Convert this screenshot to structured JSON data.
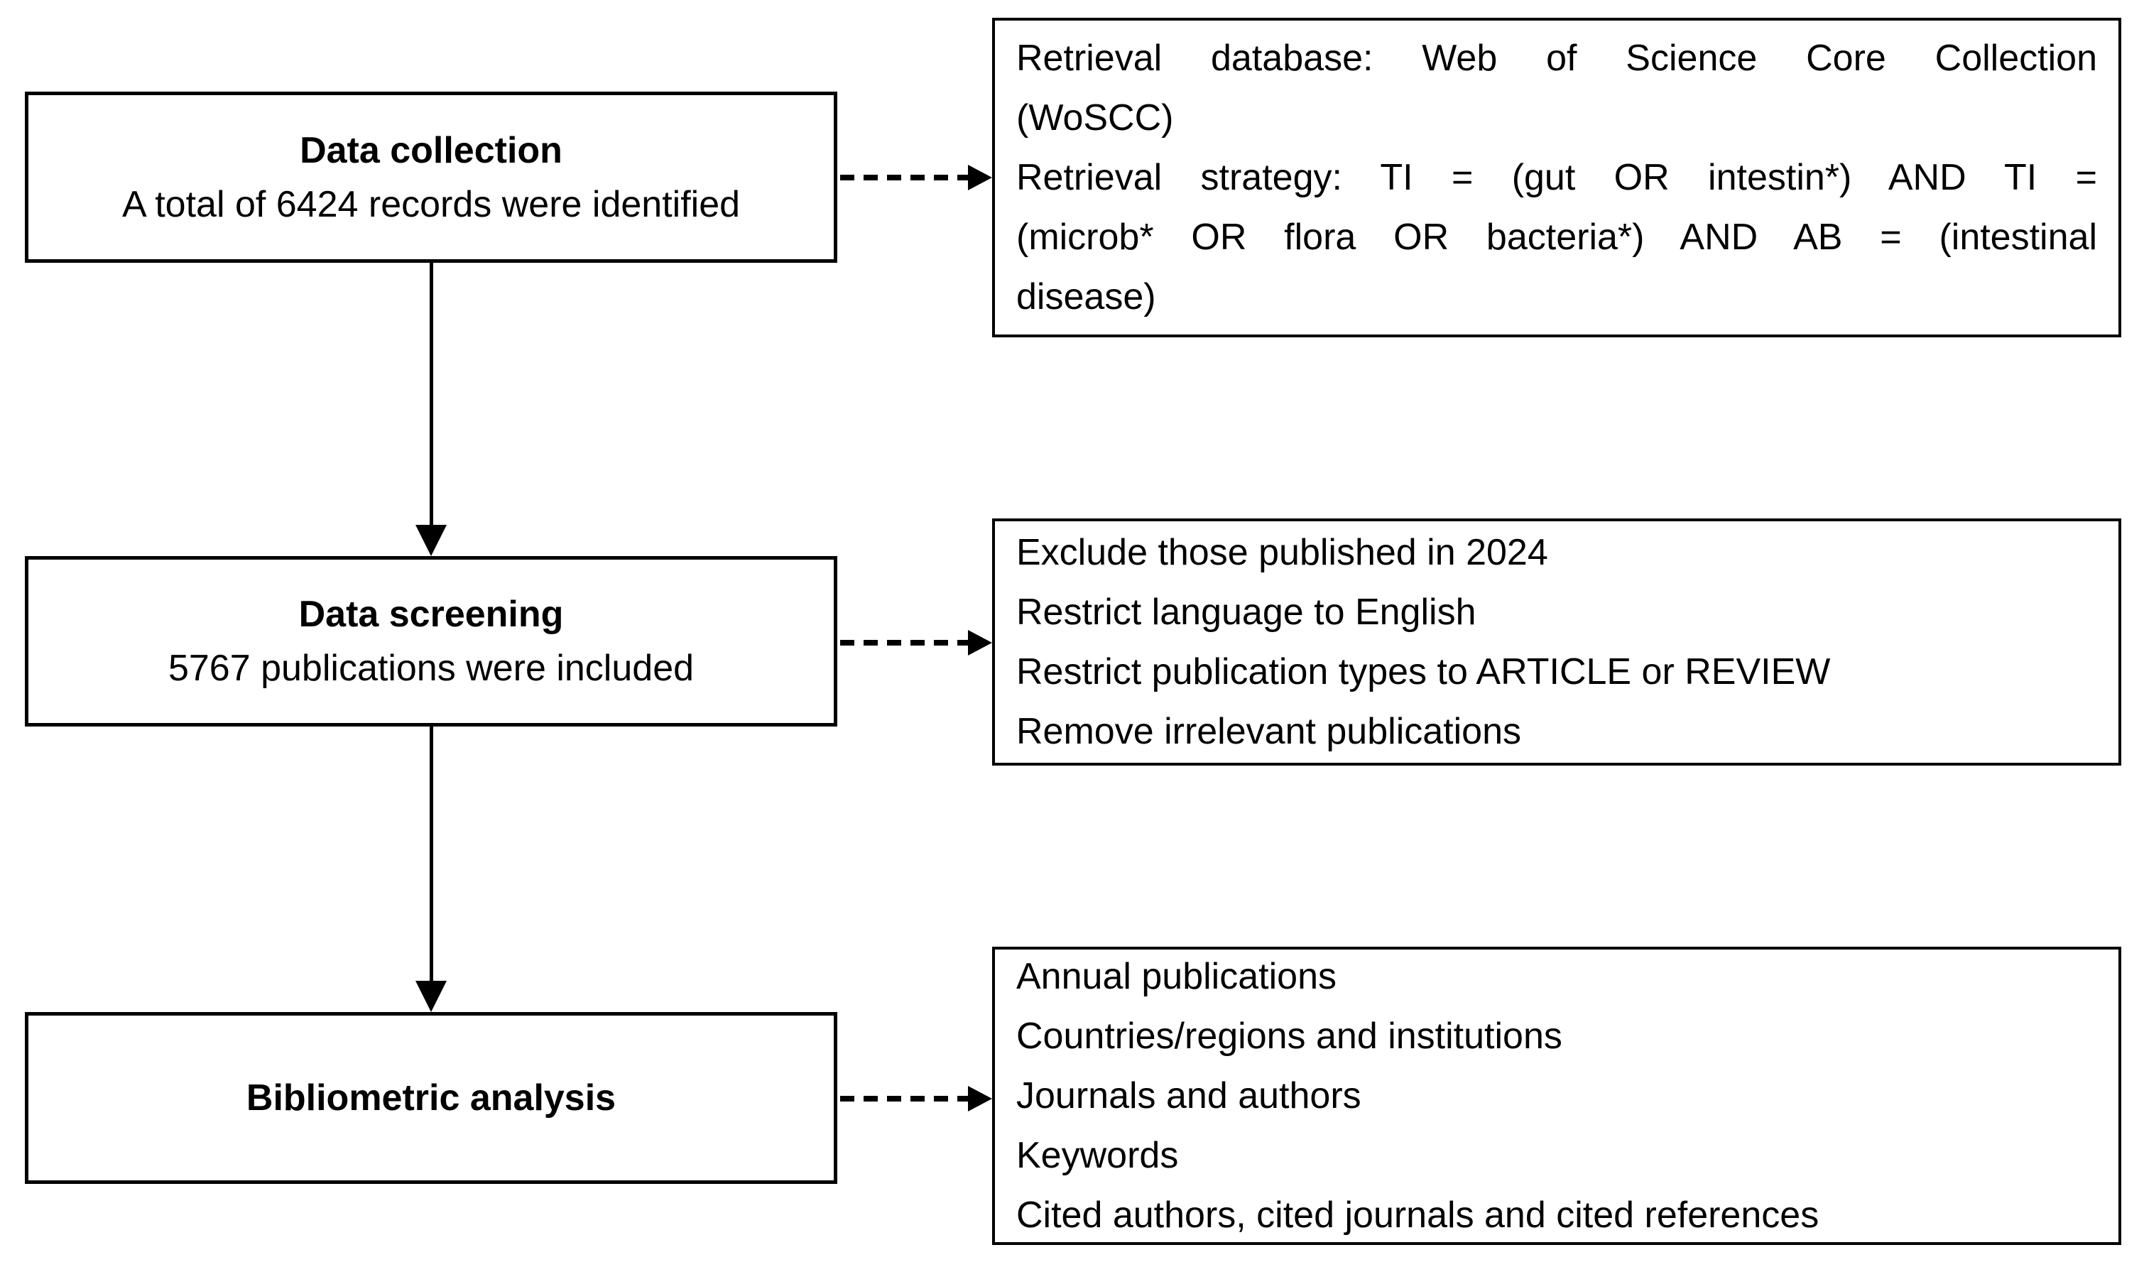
{
  "flow": {
    "rows": [
      {
        "step": {
          "title": "Data collection",
          "subtitle": "A total of 6424 records were identified"
        },
        "details": {
          "lines": [
            "Retrieval database: Web of Science Core Collection",
            "(WoSCC)",
            "Retrieval strategy: TI = (gut OR intestin*) AND TI =",
            "(microb* OR flora OR bacteria*) AND AB = (intestinal",
            "disease)"
          ]
        }
      },
      {
        "step": {
          "title": "Data screening",
          "subtitle": "5767 publications were included"
        },
        "details": {
          "lines": [
            "Exclude those published in 2024",
            "Restrict language to English",
            "Restrict publication types to ARTICLE or REVIEW",
            "Remove irrelevant publications"
          ]
        }
      },
      {
        "step": {
          "title": "Bibliometric analysis",
          "subtitle": ""
        },
        "details": {
          "lines": [
            "Annual publications",
            "Countries/regions and institutions",
            "Journals and authors",
            "Keywords",
            "Cited authors, cited journals and cited references"
          ]
        }
      }
    ]
  },
  "colors": {
    "background": "#ffffff",
    "line": "#000000",
    "text": "#000000"
  }
}
